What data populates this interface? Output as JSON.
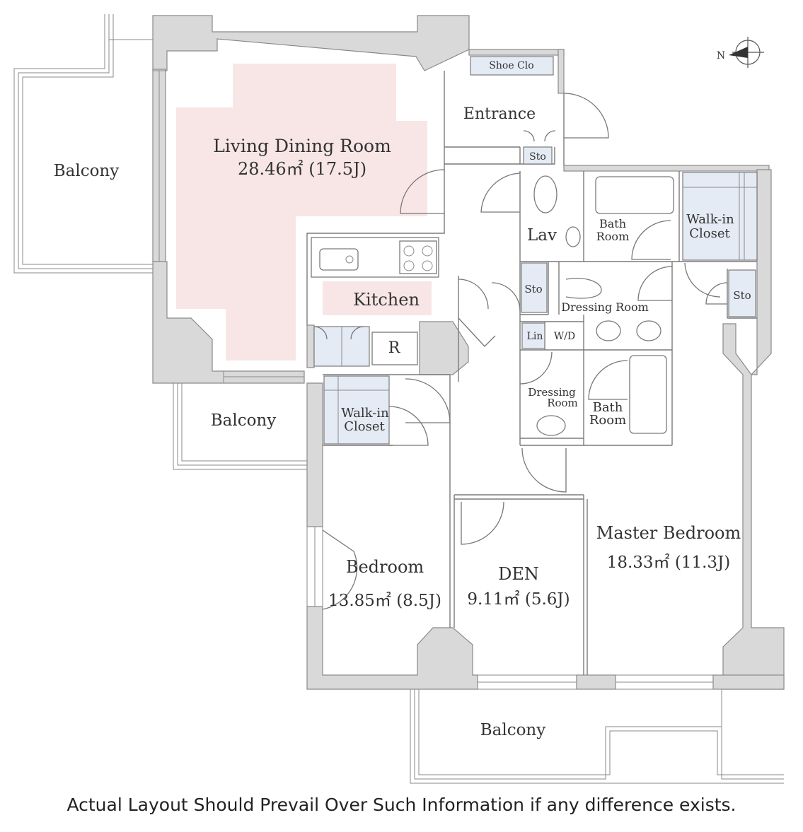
{
  "rooms": {
    "living": {
      "name": "Living Dining Room",
      "area": "28.46㎡ (17.5J)"
    },
    "kitchen": "Kitchen",
    "fridge": "R",
    "entrance": "Entrance",
    "shoe_closet": "Shoe Clo",
    "sto_entrance": "Sto",
    "lav": "Lav",
    "bath1": [
      "Bath",
      "Room"
    ],
    "wic1": [
      "Walk-in",
      "Closet"
    ],
    "sto_lav": "Sto",
    "dressing1": "Dressing Room",
    "sto_right": "Sto",
    "lin": "Lin",
    "wd": "W/D",
    "dressing2": [
      "Dressing",
      "Room"
    ],
    "bath2": [
      "Bath",
      "Room"
    ],
    "wic2": [
      "Walk-in",
      "Closet"
    ],
    "bedroom": {
      "name": "Bedroom",
      "area": "13.85㎡ (8.5J)"
    },
    "den": {
      "name": "DEN",
      "area": "9.11㎡ (5.6J)"
    },
    "master": {
      "name": "Master Bedroom",
      "area": "18.33㎡ (11.3J)"
    },
    "balcony_left": "Balcony",
    "balcony_middle": "Balcony",
    "balcony_bottom": "Balcony"
  },
  "compass": "N",
  "caption": "Actual Layout Should Prevail Over Such Information if any difference exists.",
  "colors": {
    "living_highlight": "#f8e6e6",
    "closet_fill": "#e4ebf4",
    "wall_fill": "#d9d9d9"
  }
}
